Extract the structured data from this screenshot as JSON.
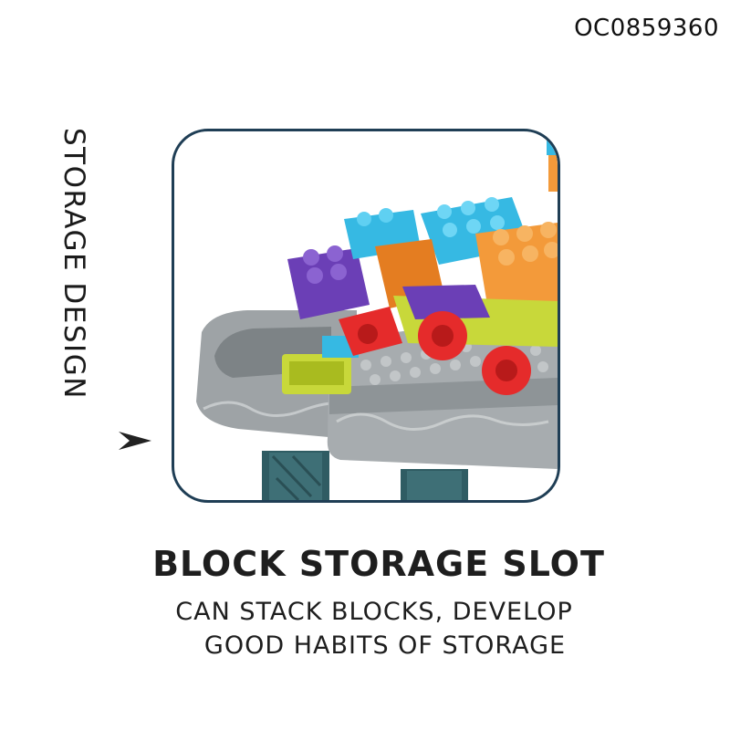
{
  "product_code": "OC0859360",
  "side_label": "STORAGE DESIGN",
  "headline": "BLOCK STORAGE SLOT",
  "description": {
    "line1": "CAN STACK BLOCKS, DEVELOP",
    "line2": "GOOD HABITS OF STORAGE"
  },
  "icons": {
    "pointer": "arrowhead-right-icon"
  },
  "colors": {
    "frame_border": "#1f3e55",
    "tray_gray": "#9ea3a6",
    "block_orange": "#f39a3a",
    "block_cyan": "#36b9e3",
    "block_purple": "#6b3fb6",
    "block_lime": "#c8d83a",
    "wheel_red": "#e52b2b",
    "leg_teal": "#2f5c63"
  }
}
